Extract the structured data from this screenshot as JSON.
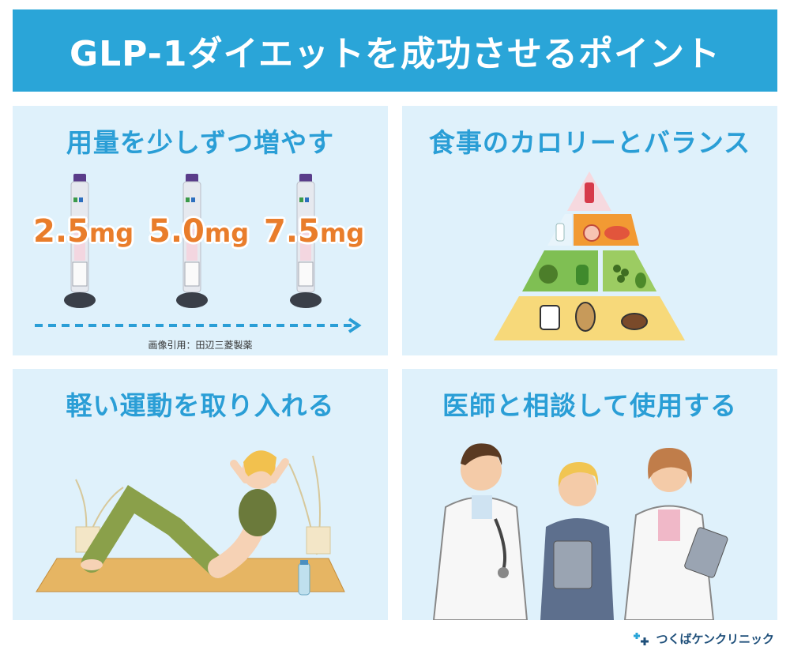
{
  "header": {
    "title": "GLP-1ダイエットを成功させるポイント"
  },
  "points": [
    {
      "title": "用量を少しずつ増やす",
      "doses": [
        {
          "value": "2.5",
          "unit": "mg"
        },
        {
          "value": "5.0",
          "unit": "mg"
        },
        {
          "value": "7.5",
          "unit": "mg"
        }
      ],
      "credit": "画像引用：田辺三菱製薬"
    },
    {
      "title": "食事のカロリーとバランス"
    },
    {
      "title": "軽い運動を取り入れる"
    },
    {
      "title": "医師と相談して使用する"
    }
  ],
  "footer": {
    "brand": "つくばケンクリニック",
    "logo_icon": "cross-sparkle-icon"
  },
  "colors": {
    "brand": "#2aa5d8",
    "panel": "#dff1fb",
    "dose": "#e97d2b"
  }
}
